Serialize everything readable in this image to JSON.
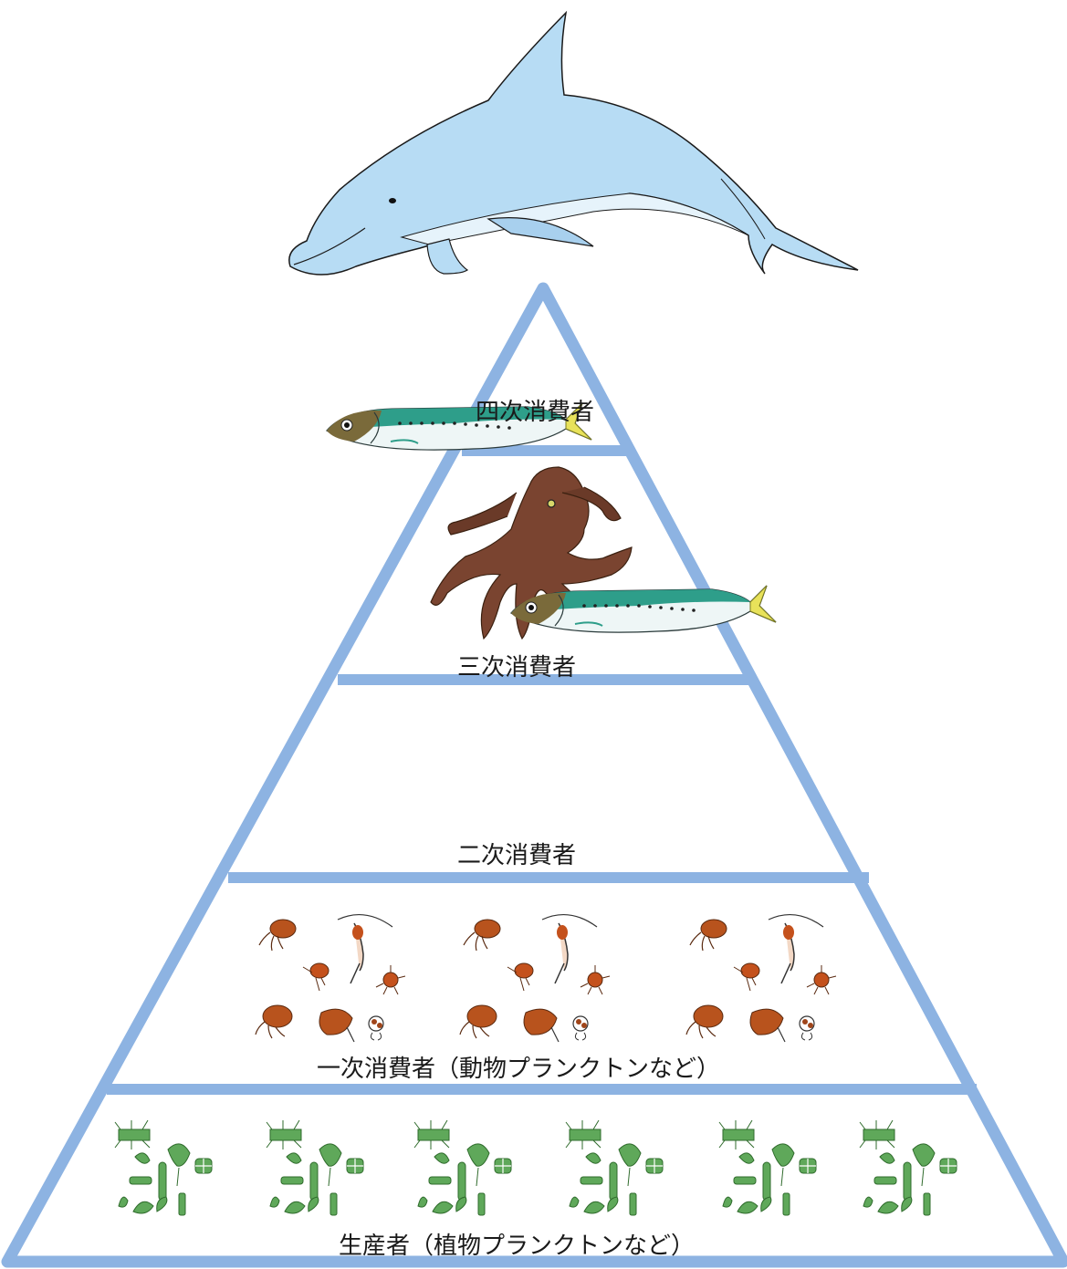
{
  "diagram": {
    "colors": {
      "pyramid_stroke": "#8db3e2",
      "dolphin_fill": "#b7dcf4",
      "dolphin_belly": "#e6f3fb",
      "octopus_fill": "#7a4430",
      "fish_back": "#2e9e8a",
      "fish_belly": "#eef6f6",
      "fish_tail": "#e8e25a",
      "zooplankton": "#b8531d",
      "phytoplankton": "#5fa85a"
    },
    "levels": [
      {
        "label": "四次消費者",
        "organism": "dolphin-icon"
      },
      {
        "label": "三次消費者",
        "organism": "octopus-icon"
      },
      {
        "label": "二次消費者",
        "organism": "sardine-icon"
      },
      {
        "label": "一次消費者（動物プランクトンなど）",
        "organism": "zooplankton-icon"
      },
      {
        "label": "生産者（植物プランクトンなど）",
        "organism": "phytoplankton-icon"
      }
    ]
  }
}
